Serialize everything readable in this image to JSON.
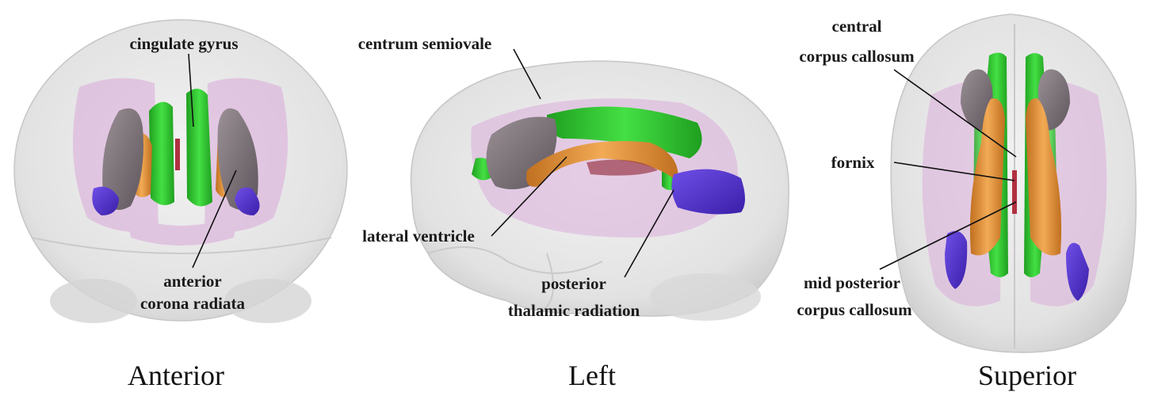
{
  "views": {
    "anterior": {
      "title": "Anterior",
      "labels": {
        "cingulate_gyrus": "cingulate gyrus",
        "anterior_corona_radiata_line1": "anterior",
        "anterior_corona_radiata_line2": "corona radiata"
      }
    },
    "left": {
      "title": "Left",
      "labels": {
        "centrum_semiovale": "centrum semiovale",
        "lateral_ventricle": "lateral ventricle",
        "posterior_thalamic_radiation_line1": "posterior",
        "posterior_thalamic_radiation_line2": "thalamic radiation"
      }
    },
    "superior": {
      "title": "Superior",
      "labels": {
        "central_corpus_callosum_line1": "central",
        "central_corpus_callosum_line2": "corpus callosum",
        "fornix": "fornix",
        "mid_posterior_corpus_callosum_line1": "mid posterior",
        "mid_posterior_corpus_callosum_line2": "corpus callosum"
      }
    }
  },
  "colors": {
    "brain_surface": "#dcdcdc",
    "white_matter_tracts": "#d9a8d9",
    "cingulum_green": "#33cc33",
    "ventricle_orange": "#e89a3a",
    "caudate_gray": "#7a7278",
    "thalamic_radiation_blue": "#5533cc",
    "fornix_red": "#b03040"
  }
}
